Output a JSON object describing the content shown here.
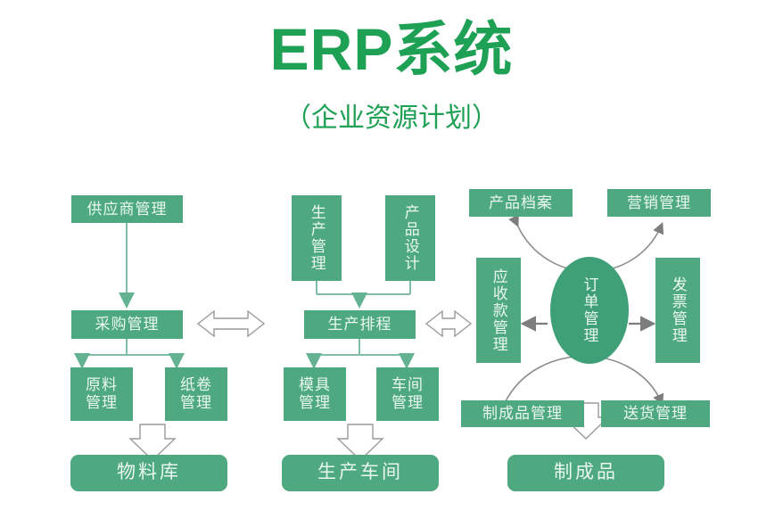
{
  "header": {
    "title": "ERP系统",
    "subtitle": "（企业资源计划）"
  },
  "theme": {
    "box_green": "#4ea980",
    "ellipse_green": "#3f9f76",
    "title_green": "#1ea055",
    "line_green": "#7fbda4",
    "arrow_gray": "#8a8a8a",
    "background": "#ffffff",
    "box_text": "#eaf7f0"
  },
  "columns": {
    "procurement": {
      "top_box": {
        "label": "供应商管理"
      },
      "hub": {
        "label": "采购管理"
      },
      "children": [
        {
          "label": "原料\n管理"
        },
        {
          "label": "纸卷\n管理"
        }
      ],
      "result": {
        "label": "物料库"
      }
    },
    "production": {
      "top_boxes": [
        {
          "label": "生产管理"
        },
        {
          "label": "产品设计"
        }
      ],
      "hub": {
        "label": "生产排程"
      },
      "children": [
        {
          "label": "模具\n管理"
        },
        {
          "label": "车间\n管理"
        }
      ],
      "result": {
        "label": "生产车间"
      }
    },
    "orders": {
      "top_boxes": [
        {
          "label": "产品档案"
        },
        {
          "label": "营销管理"
        }
      ],
      "center": {
        "label": "订单管理"
      },
      "side_boxes": [
        {
          "label": "应收款管理"
        },
        {
          "label": "发票管理"
        }
      ],
      "bottom_boxes": [
        {
          "label": "制成品管理"
        },
        {
          "label": "送货管理"
        }
      ],
      "result": {
        "label": "制成品"
      }
    }
  },
  "connectors": {
    "double_arrow_1": "采购管理 ↔ 生产排程",
    "double_arrow_2": "生产排程 ↔ 应收款管理",
    "arc_top": "订单管理 ↔ 产品档案 / 营销管理",
    "arc_bottom": "订单管理 ↔ 制成品管理 / 送货管理",
    "arrow_left": "订单管理 → 应收款管理",
    "arrow_right": "订单管理 → 发票管理"
  }
}
